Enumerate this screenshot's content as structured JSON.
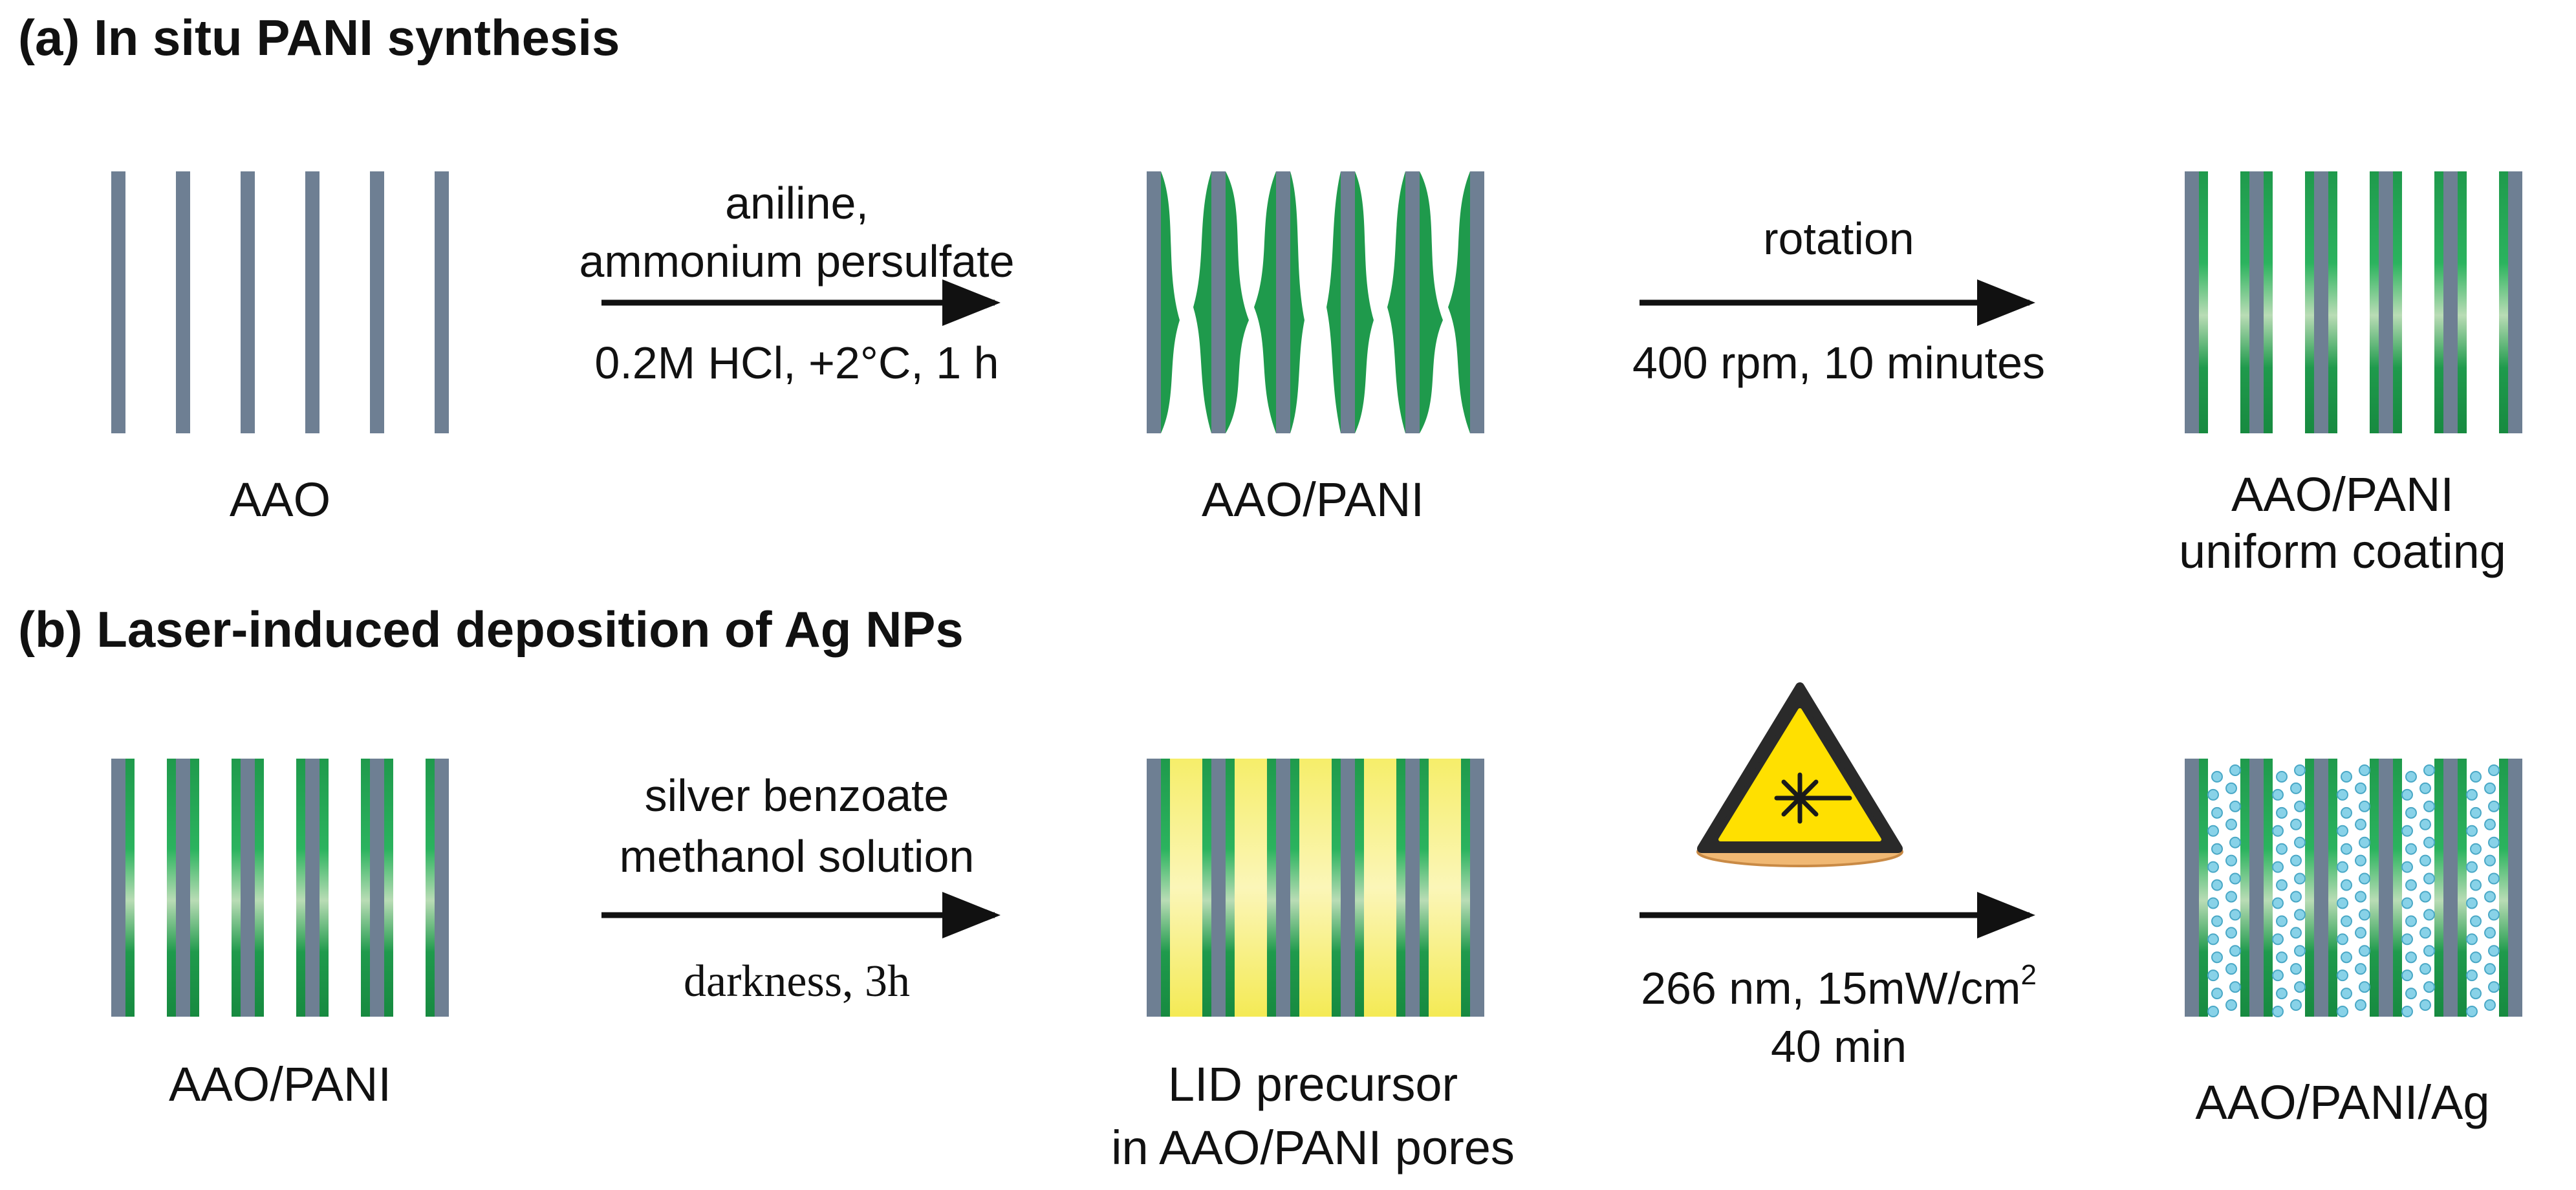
{
  "panel_a": {
    "title": "(a) In situ PANI synthesis",
    "step1": {
      "above_line1": "aniline,",
      "above_line2": "ammonium persulfate",
      "below": "0.2M HCl, +2°C, 1 h"
    },
    "step2": {
      "above": "rotation",
      "below": "400 rpm, 10 minutes"
    },
    "labels": {
      "start": "AAO",
      "middle": "AAO/PANI",
      "end_line1": "AAO/PANI",
      "end_line2": "uniform coating"
    }
  },
  "panel_b": {
    "title": "(b) Laser-induced deposition of Ag NPs",
    "step1": {
      "above_line1": "silver benzoate",
      "above_line2": "methanol solution",
      "below": "darkness, 3h"
    },
    "step2": {
      "below_line1_main": "266 nm, 15mW/cm",
      "below_line1_sup": "2",
      "below_line2": "40 min"
    },
    "labels": {
      "start": "AAO/PANI",
      "middle_line1": "LID precursor",
      "middle_line2": "in AAO/PANI pores",
      "end": "AAO/PANI/Ag"
    }
  },
  "colors": {
    "aao_wall": "#6e7f93",
    "pani_green": "#1f9a4c",
    "pani_light": "#b9dcb5",
    "precursor_yellow": "#f6ee6a",
    "ag_nanoparticle": "#88d2e8",
    "laser_sign_yellow": "#ffe000",
    "laser_sign_base": "#f0b873"
  },
  "icons": {
    "laser_warning": "laser-warning-icon"
  }
}
